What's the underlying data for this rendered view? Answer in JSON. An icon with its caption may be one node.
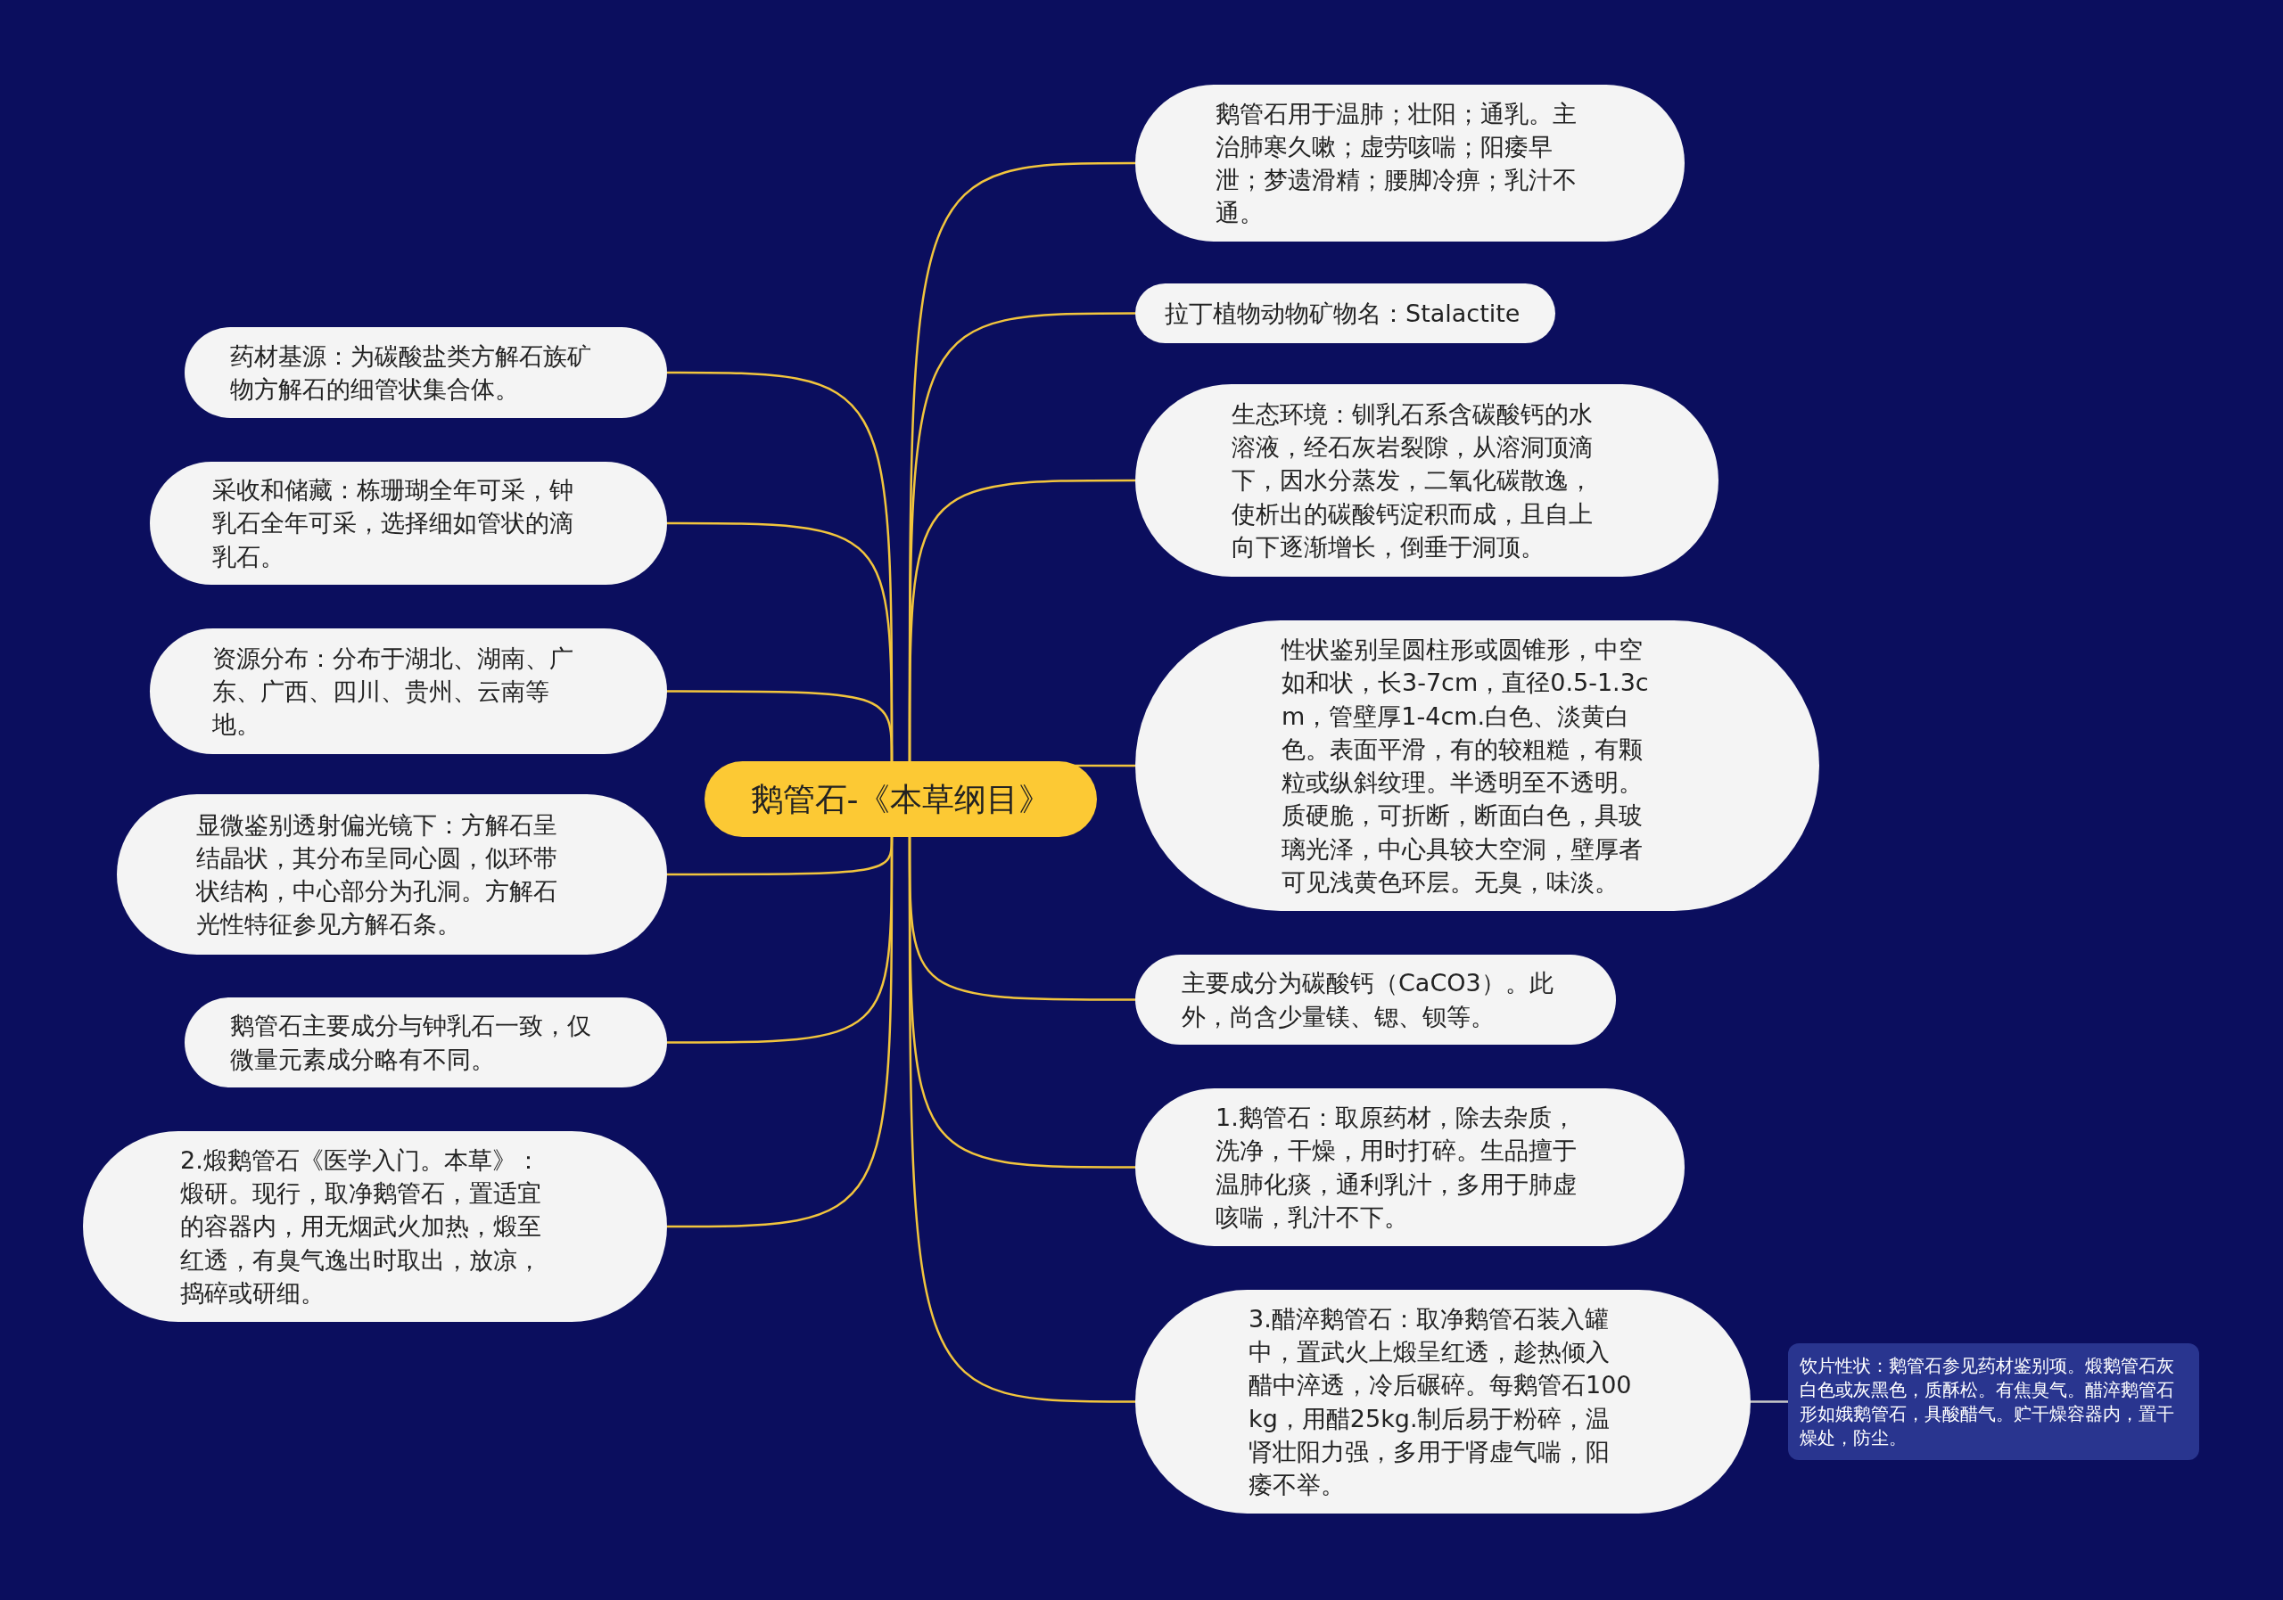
{
  "diagram": {
    "nodes": [
      {
        "text": [
          "鹅管石-《本草纲目》"
        ]
      },
      {
        "text": [
          "鹅管石用于温肺；壮阳；通乳。主治肺寒久嗽；虚劳咳喘；阳痿早泄；梦遗滑精；腰脚冷痹；乳汁不通。"
        ]
      },
      {
        "text": [
          "拉丁植物动物矿物名：Stalactite"
        ]
      },
      {
        "text": [
          "生态环境：钏乳石系含碳酸钙的水溶液，经石灰岩裂隙，从溶洞顶滴下，因水分蒸发，二氧化碳散逸，使析出的碳酸钙淀积而成，且自上向下逐渐增长，倒垂于洞顶。"
        ]
      },
      {
        "text": [
          "性状鉴别呈圆柱形或圆锥形，中空如和状，长3-7cm，直径0.5-1.3cm，管壁厚1-4cm.白色、淡黄白色。表面平滑，有的较粗糙，有颗粒或纵斜纹理。半透明至不透明。质硬脆，可折断，断面白色，具玻璃光泽，中心具较大空洞，壁厚者可见浅黄色环层。无臭，味淡。"
        ]
      },
      {
        "text": [
          "主要成分为碳酸钙（CaCO3）。此外，尚含少量镁、锶、钡等。"
        ]
      },
      {
        "text": [
          "1.鹅管石：取原药材，除去杂质，洗净，干燥，用时打碎。生品擅于温肺化痰，通利乳汁，多用于肺虚咳喘，乳汁不下。"
        ]
      },
      {
        "text": [
          "3.醋淬鹅管石：取净鹅管石装入罐中，置武火上煅呈红透，趁热倾入醋中淬透，冷后碾碎。每鹅管石100kg，用醋25kg.制后易于粉碎，温肾壮阳力强，多用于肾虚气喘，阳痿不举。"
        ]
      },
      {
        "text": [
          "饮片性状：鹅管石参见药材鉴别项。煅鹅管石灰白色或灰黑色，质酥松。有焦臭气。醋淬鹅管石形如娥鹅管石，具酸醋气。贮干燥容器内，置干燥处，防尘。"
        ]
      },
      {
        "text": [
          "药材基源：为碳酸盐类方解石族矿物方解石的细管状集合体。"
        ]
      },
      {
        "text": [
          "采收和储藏：栋珊瑚全年可采，钟乳石全年可采，选择细如管状的滴乳石。"
        ]
      },
      {
        "text": [
          "资源分布：分布于湖北、湖南、广东、广西、四川、贵州、云南等地。"
        ]
      },
      {
        "text": [
          "显微鉴别透射偏光镜下：方解石呈结晶状，其分布呈同心圆，似环带状结构，中心部分为孔洞。方解石光性特征参见方解石条。"
        ]
      },
      {
        "text": [
          "鹅管石主要成分与钟乳石一致，仅微量元素成分略有不同。"
        ]
      },
      {
        "text": [
          "2.煅鹅管石《医学入门。本草》：煅研。现行，取净鹅管石，置适宜的容器内，用无烟武火加热，煅至红透，有臭气逸出时取出，放凉，捣碎或研细。"
        ]
      }
    ],
    "edges": [
      {
        "from": 0,
        "to": 1,
        "arrow": "none"
      },
      {
        "from": 0,
        "to": 2,
        "arrow": "none"
      },
      {
        "from": 0,
        "to": 3,
        "arrow": "none"
      },
      {
        "from": 0,
        "to": 4,
        "arrow": "none"
      },
      {
        "from": 0,
        "to": 5,
        "arrow": "none"
      },
      {
        "from": 0,
        "to": 6,
        "arrow": "none"
      },
      {
        "from": 0,
        "to": 7,
        "arrow": "none"
      },
      {
        "from": 7,
        "to": 8,
        "arrow": "none",
        "color": "#c8c8c8"
      },
      {
        "from": 0,
        "to": 9,
        "arrow": "none"
      },
      {
        "from": 0,
        "to": 10,
        "arrow": "none"
      },
      {
        "from": 0,
        "to": 11,
        "arrow": "none"
      },
      {
        "from": 0,
        "to": 12,
        "arrow": "none"
      },
      {
        "from": 0,
        "to": 13,
        "arrow": "none"
      },
      {
        "from": 0,
        "to": 14,
        "arrow": "none"
      }
    ]
  }
}
